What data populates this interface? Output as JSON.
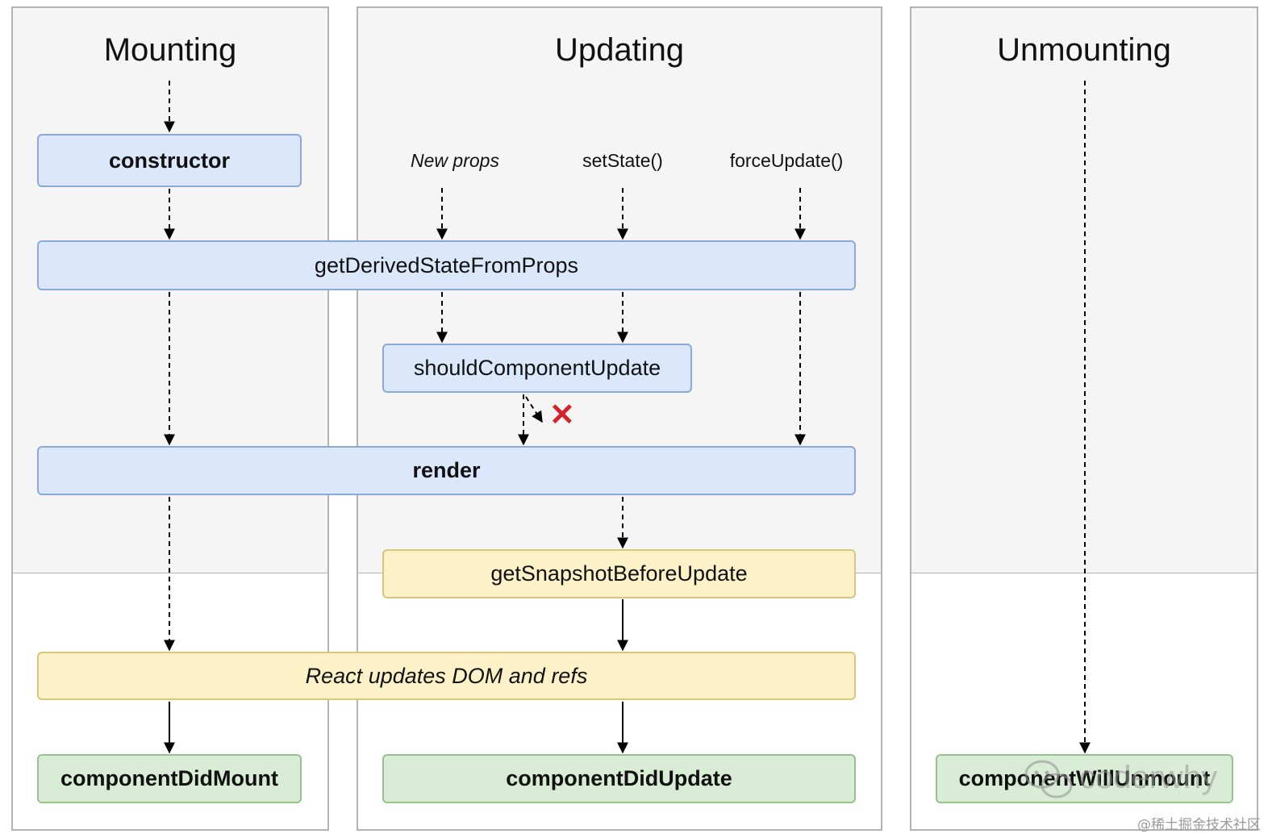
{
  "columns": {
    "mounting": {
      "title": "Mounting"
    },
    "updating": {
      "title": "Updating"
    },
    "unmounting": {
      "title": "Unmounting"
    }
  },
  "triggers": {
    "new_props": "New props",
    "set_state": "setState()",
    "force_update": "forceUpdate()"
  },
  "nodes": {
    "constructor": "constructor",
    "get_derived_state_from_props": "getDerivedStateFromProps",
    "should_component_update": "shouldComponentUpdate",
    "render": "render",
    "get_snapshot_before_update": "getSnapshotBeforeUpdate",
    "react_updates_dom": "React updates DOM and refs",
    "component_did_mount": "componentDidMount",
    "component_did_update": "componentDidUpdate",
    "component_will_unmount": "componentWillUnmount"
  },
  "watermark": "coderwhy",
  "credit": "@稀土掘金技术社区",
  "colors": {
    "blue_fill": "#dbe8fc",
    "yellow_fill": "#fdf2c7",
    "green_fill": "#d9ecd5",
    "cancel_mark": "#d8222a"
  }
}
